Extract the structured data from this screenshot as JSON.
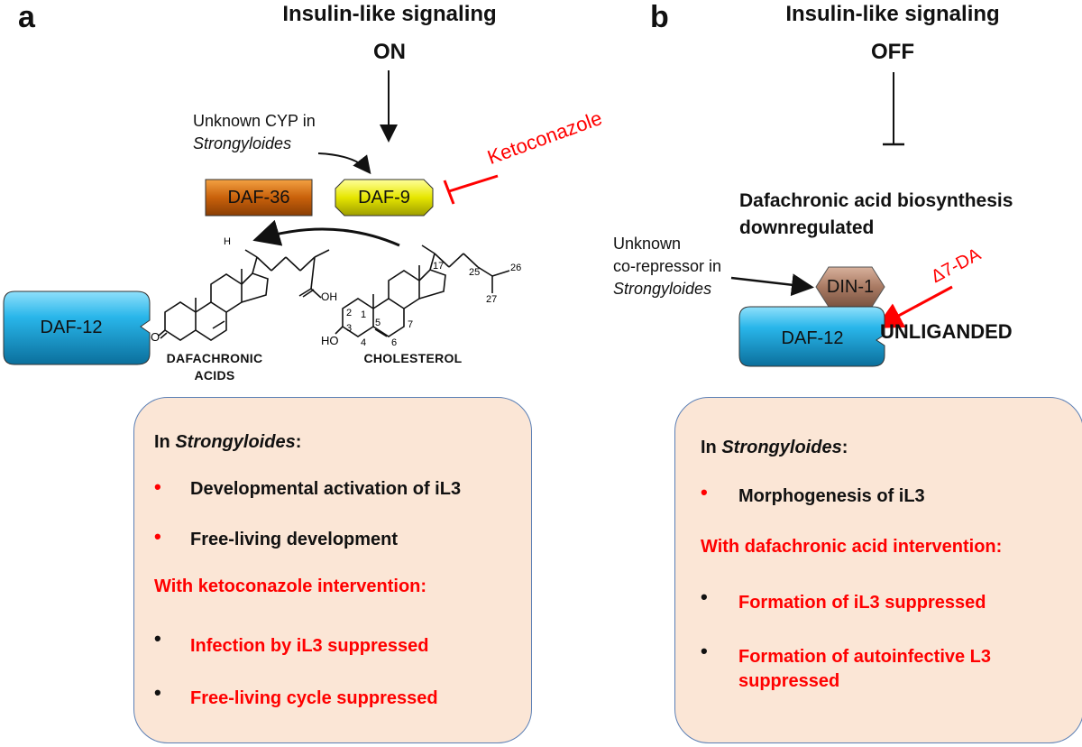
{
  "panel_a": {
    "letter": "a",
    "title_line1": "Insulin-like signaling",
    "title_line2": "ON",
    "cyp_line1": "Unknown CYP in",
    "cyp_line2": "Strongyloides",
    "daf36": "DAF-36",
    "daf9": "DAF-9",
    "ketoconazole": "Ketoconazole",
    "daf12": "DAF-12",
    "dafachronic_line1": "DAFACHRONIC",
    "dafachronic_line2": "ACIDS",
    "cholesterol": "CHOLESTEROL",
    "box": {
      "heading_prefix": "In ",
      "heading_organism": "Strongyloides",
      "heading_suffix": ":",
      "item1": "Developmental activation of iL3",
      "item2": "Free-living development",
      "intervention": "With ketoconazole intervention:",
      "item3": "Infection by iL3 suppressed",
      "item4": "Free-living cycle suppressed"
    }
  },
  "panel_b": {
    "letter": "b",
    "title_line1": "Insulin-like signaling",
    "title_line2": "OFF",
    "biosynthesis_line1": "Dafachronic acid biosynthesis",
    "biosynthesis_line2": "downregulated",
    "corepressor_line1": "Unknown",
    "corepressor_line2": "co-repressor in",
    "corepressor_line3": "Strongyloides",
    "din1": "DIN-1",
    "delta7": "Δ7-DA",
    "daf12": "DAF-12",
    "unliganded": "UNLIGANDED",
    "box": {
      "heading_prefix": "In ",
      "heading_organism": "Strongyloides",
      "heading_suffix": ":",
      "item1": "Morphogenesis of iL3",
      "intervention": "With dafachronic acid intervention:",
      "item2": "Formation of iL3 suppressed",
      "item3_line1": "Formation of autoinfective L3",
      "item3_line2": "suppressed"
    }
  },
  "bullet_char": "•",
  "chem_numbers": [
    "17",
    "25",
    "26",
    "27",
    "1",
    "2",
    "3",
    "4",
    "5",
    "6",
    "7",
    "HO",
    "O",
    "OH",
    "H"
  ],
  "colors": {
    "daf36": "#c9610b",
    "daf9": "#e6e600",
    "daf12": "#1fa5d8",
    "din1": "#a97a63",
    "inhibitor_red": "#ff0000",
    "box_fill": "#fbe6d6",
    "box_border": "#5b7fb5"
  }
}
